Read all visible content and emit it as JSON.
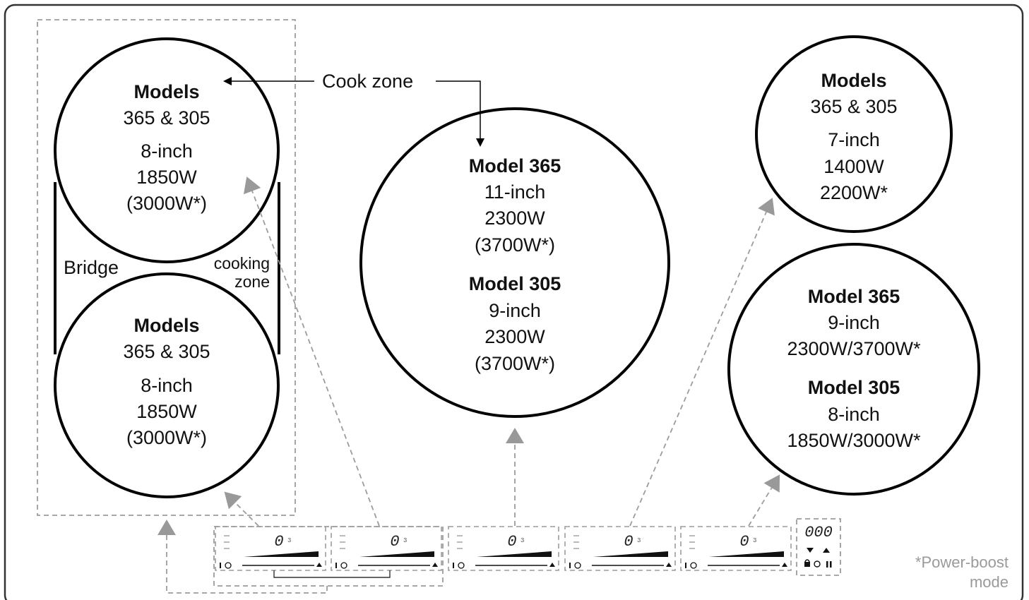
{
  "callout": {
    "cook_zone": "Cook zone"
  },
  "labels": {
    "bridge": "Bridge",
    "cooking_line1": "cooking",
    "cooking_line2": "zone"
  },
  "zones": {
    "left_top": [
      "Models",
      "365 & 305",
      "8-inch",
      "1850W",
      "(3000W*)"
    ],
    "left_bottom": [
      "Models",
      "365 & 305",
      "8-inch",
      "1850W",
      "(3000W*)"
    ],
    "center": [
      "Model 365",
      "11-inch",
      "2300W",
      "(3700W*)",
      "Model 305",
      "9-inch",
      "2300W",
      "(3700W*)"
    ],
    "right_top": [
      "Models",
      "365 & 305",
      "7-inch",
      "1400W",
      "2200W*"
    ],
    "right_bottom": [
      "Model 365",
      "9-inch",
      "2300W/3700W*",
      "Model 305",
      "8-inch",
      "1850W/3000W*"
    ]
  },
  "control_panel": {
    "zone_display": "0",
    "zone_display_sub": "3",
    "timer_display": "000"
  },
  "footnote": {
    "line1": "*Power-boost",
    "line2": "mode"
  },
  "colors": {
    "outline": "#000000",
    "dashed": "#9c9c9c",
    "arrow_gray": "#999999",
    "frame": "#333333"
  }
}
